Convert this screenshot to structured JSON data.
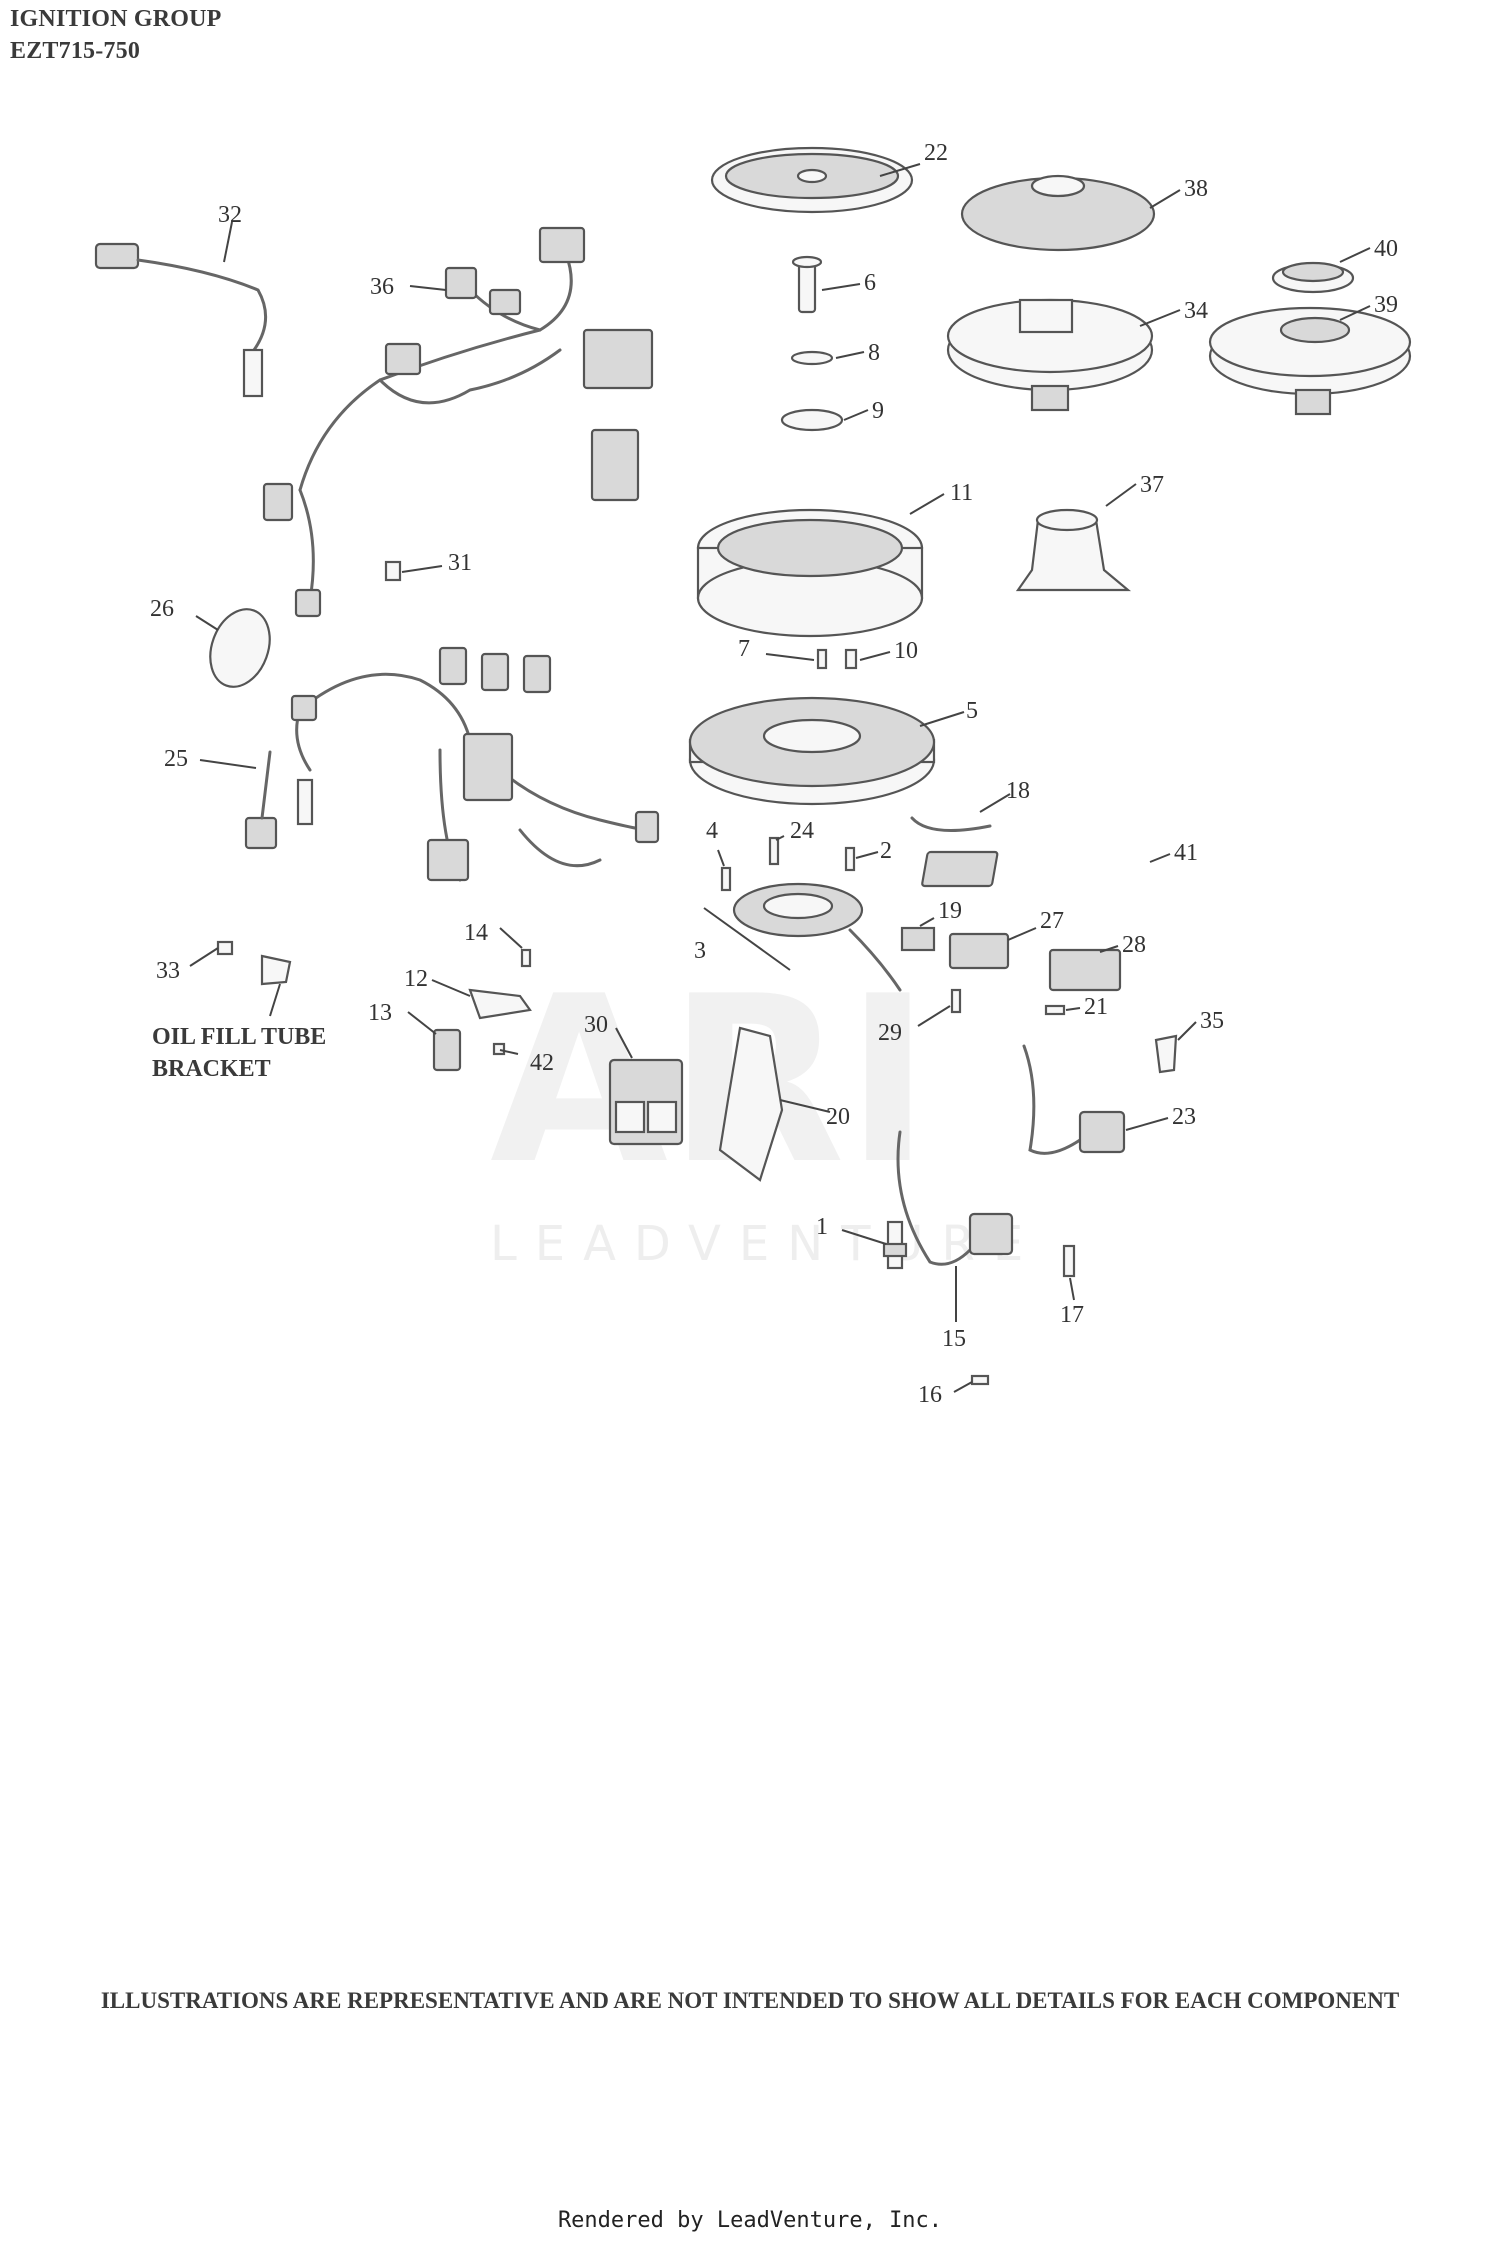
{
  "header": {
    "title": "IGNITION GROUP",
    "model": "EZT715-750"
  },
  "callouts": [
    "1",
    "2",
    "3",
    "4",
    "5",
    "6",
    "7",
    "8",
    "9",
    "10",
    "11",
    "12",
    "13",
    "14",
    "15",
    "16",
    "17",
    "18",
    "19",
    "20",
    "21",
    "22",
    "23",
    "24",
    "25",
    "26",
    "27",
    "28",
    "29",
    "30",
    "31",
    "32",
    "33",
    "34",
    "35",
    "36",
    "37",
    "38",
    "39",
    "40",
    "41",
    "42"
  ],
  "annotation": {
    "line1": "OIL FILL TUBE",
    "line2": "BRACKET"
  },
  "watermark": {
    "logo": "ARI",
    "text": "LEADVENTURE"
  },
  "disclaimer": "ILLUSTRATIONS ARE REPRESENTATIVE AND ARE NOT INTENDED TO SHOW ALL DETAILS FOR EACH COMPONENT",
  "footer": "Rendered by LeadVenture, Inc."
}
